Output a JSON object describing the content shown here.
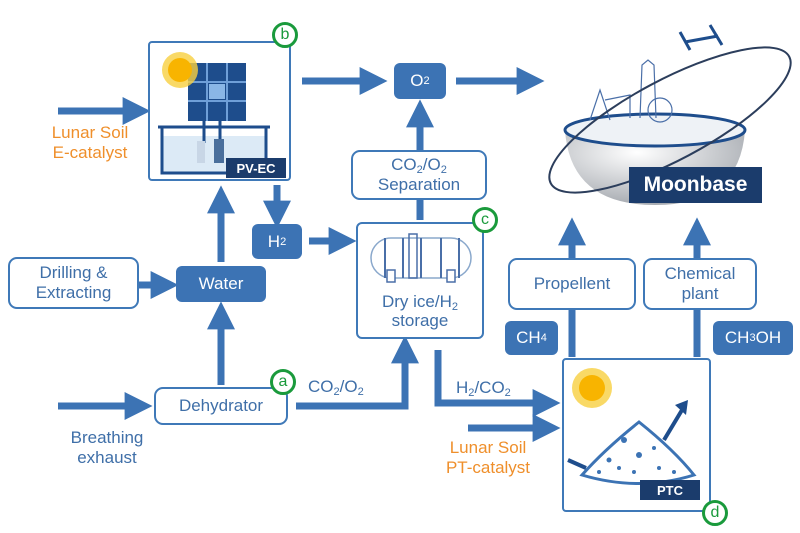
{
  "title": "Lunar in-situ resource utilization flow for Moonbase",
  "colors": {
    "arrow": "#3c73b4",
    "box_border": "#3f79b8",
    "solid_box": "#3c73b4",
    "text_blue": "#3f6fa8",
    "text_orange": "#ef8f2b",
    "badge_green": "#1a9a3c",
    "dark_tag": "#1b3c6c",
    "sun": "#f8b400"
  },
  "nodes": {
    "pvec": {
      "tag": "PV-EC",
      "badge": "b",
      "image": "solar-panel-electrolyzer"
    },
    "o2": {
      "label": "O",
      "sub": "2"
    },
    "separation": {
      "line1_a": "CO",
      "line1_sub1": "2",
      "line1_b": "/O",
      "line1_sub2": "2",
      "line2": "Separation"
    },
    "h2": {
      "label": "H",
      "sub": "2"
    },
    "water": {
      "label": "Water"
    },
    "drilling": {
      "line1": "Drilling &",
      "line2": "Extracting"
    },
    "storage": {
      "line1_a": "Dry ice/H",
      "line1_sub": "2",
      "line2": "storage",
      "badge": "c",
      "image": "storage-tank"
    },
    "dehydrator": {
      "label": "Dehydrator",
      "badge": "a"
    },
    "propellent": {
      "label": "Propellent"
    },
    "chemical_plant": {
      "line1": "Chemical",
      "line2": "plant"
    },
    "ch4": {
      "label": "CH",
      "sub": "4"
    },
    "ch3oh": {
      "a": "CH",
      "sub": "3",
      "b": "OH"
    },
    "ptc": {
      "tag": "PTC",
      "badge": "d",
      "image": "catalyst-soil-pile"
    },
    "moonbase": {
      "label": "Moonbase",
      "image": "moonbase-illustration"
    }
  },
  "labels": {
    "lunar_soil_e": {
      "line1": "Lunar Soil",
      "line2": "E-catalyst"
    },
    "lunar_soil_pt": {
      "line1": "Lunar Soil",
      "line2": "PT-catalyst"
    },
    "breathing": {
      "line1": "Breathing",
      "line2": "exhaust"
    },
    "co2_o2_flow": {
      "a": "CO",
      "sub1": "2",
      "b": "/O",
      "sub2": "2"
    },
    "h2_co2_flow": {
      "a": "H",
      "sub1": "2",
      "b": "/CO",
      "sub2": "2"
    }
  }
}
